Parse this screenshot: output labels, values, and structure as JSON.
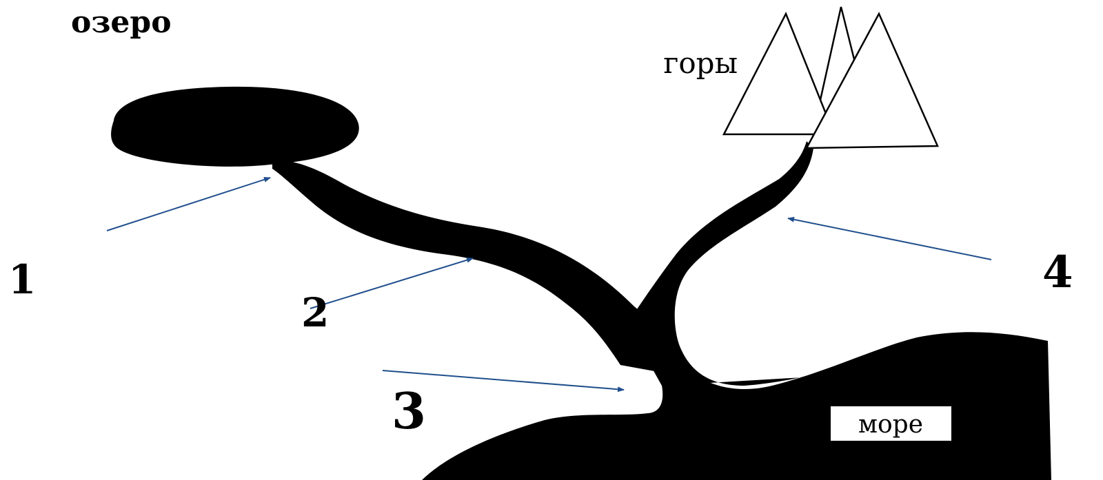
{
  "labels": {
    "lake": "озеро",
    "mountains": "горы",
    "sea": "море"
  },
  "markers": {
    "m1": "1",
    "m2": "2",
    "m3": "3",
    "m4": "4"
  },
  "colors": {
    "ink": "#000000",
    "arrow": "#1f4e8c",
    "paper": "#ffffff"
  }
}
